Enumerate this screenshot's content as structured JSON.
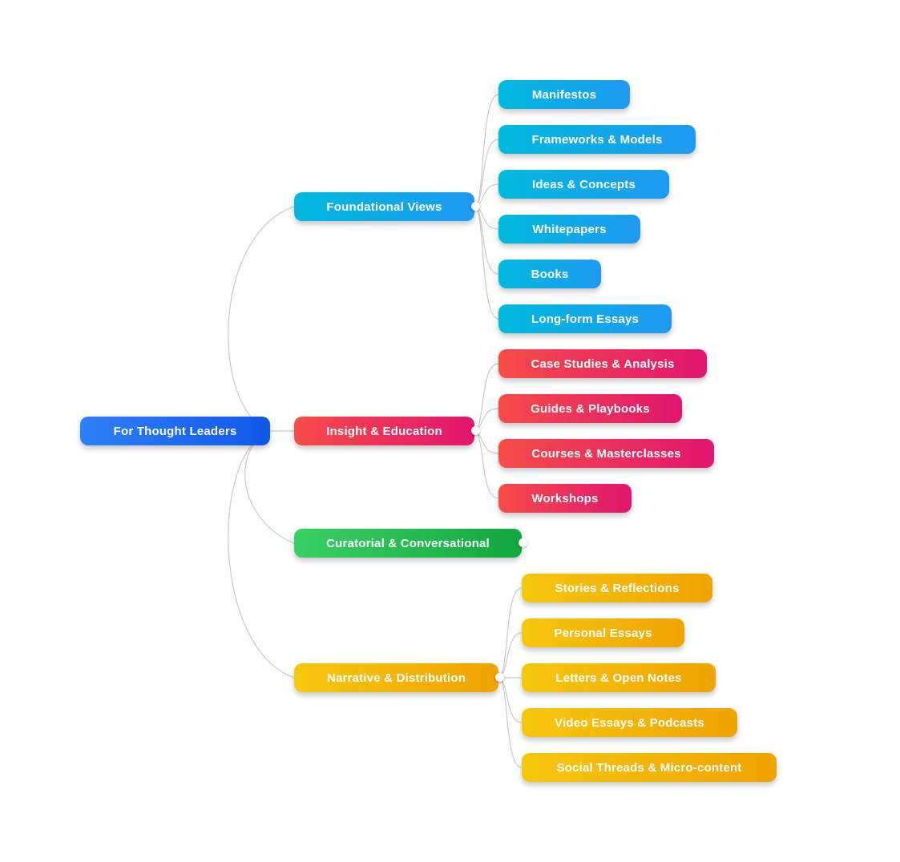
{
  "palette": {
    "root": [
      "#2f80f7",
      "#1057e9"
    ],
    "blue": [
      "#00b9dd",
      "#1f9af2"
    ],
    "red": [
      "#f64c48",
      "#e11570"
    ],
    "green": [
      "#38d164",
      "#12a73e"
    ],
    "yellow": [
      "#f7c70f",
      "#efa302"
    ],
    "connector": "#c9c9ce"
  },
  "mindmap": {
    "root": {
      "label": "For Thought Leaders"
    },
    "branches": [
      {
        "label": "Foundational Views",
        "color": "blue",
        "children": [
          "Manifestos",
          "Frameworks & Models",
          "Ideas & Concepts",
          "Whitepapers",
          "Books",
          "Long-form Essays"
        ]
      },
      {
        "label": "Insight & Education",
        "color": "red",
        "children": [
          "Case Studies & Analysis",
          "Guides & Playbooks",
          "Courses & Masterclasses",
          "Workshops"
        ]
      },
      {
        "label": "Curatorial & Conversational",
        "color": "green",
        "children": []
      },
      {
        "label": "Narrative & Distribution",
        "color": "yellow",
        "children": [
          "Stories & Reflections",
          "Personal Essays",
          "Letters & Open Notes",
          "Video Essays & Podcasts",
          "Social Threads & Micro-content"
        ]
      }
    ]
  }
}
